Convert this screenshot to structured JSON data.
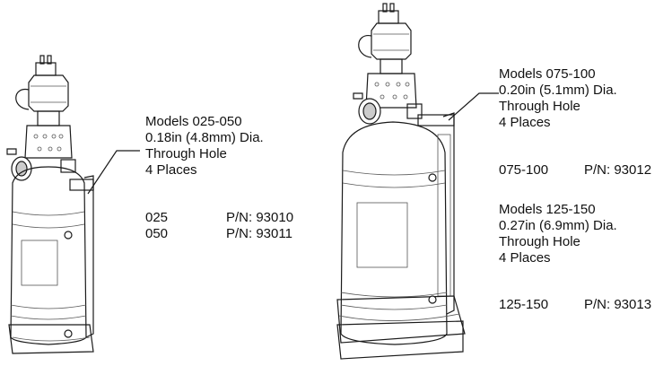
{
  "left_callout": {
    "models": "Models 025-050",
    "dia": "0.18in (4.8mm) Dia.",
    "hole": "Through Hole",
    "places": "4 Places",
    "parts": [
      {
        "model": "025",
        "pn": "P/N: 93010"
      },
      {
        "model": "050",
        "pn": "P/N: 93011"
      }
    ]
  },
  "right_callout_a": {
    "models": "Models 075-100",
    "dia": "0.20in (5.1mm) Dia.",
    "hole": "Through Hole",
    "places": "4 Places",
    "parts": [
      {
        "model": "075-100",
        "pn": "P/N: 93012"
      }
    ]
  },
  "right_callout_b": {
    "models": "Models 125-150",
    "dia": "0.27in (6.9mm) Dia.",
    "hole": "Through Hole",
    "places": "4 Places",
    "parts": [
      {
        "model": "125-150",
        "pn": "P/N: 93013"
      }
    ]
  }
}
